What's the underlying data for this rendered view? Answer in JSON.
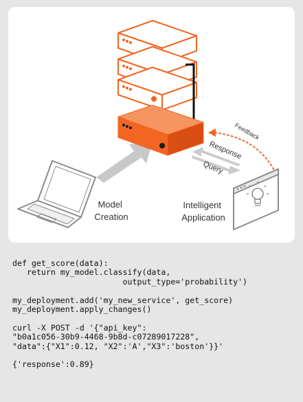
{
  "diagram": {
    "model_creation_label": [
      "Model",
      "Creation"
    ],
    "intelligent_application_label": [
      "Intelligent",
      "Application"
    ],
    "feedback_label": "Feedback",
    "response_label": "Response",
    "query_label": "Query",
    "colors": {
      "accent": "#f26522",
      "gray": "#8c8c8c",
      "light_gray": "#cccccc"
    }
  },
  "code": {
    "lines": [
      "def get_score(data):",
      "   return my_model.classify(data,",
      "                       output_type='probability')",
      "",
      "my_deployment.add('my_new_service', get_score)",
      "my_deployment.apply_changes()",
      "",
      "curl -X POST -d '{\"api_key\":",
      "\"b0a1c056-30b9-4468-9b8d-c07289017228\",",
      "\"data\":{\"X1\":0.12, \"X2\":'A',\"X3\":'boston'}}'",
      "",
      "{'response':0.89}"
    ]
  }
}
